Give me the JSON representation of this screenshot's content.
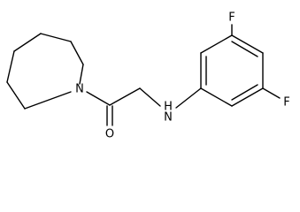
{
  "molecule": {
    "atoms": {
      "n_ring": "N",
      "o_carbonyl": "O",
      "nh_amine": "H",
      "nh_amine_n": "N",
      "f_top": "F",
      "f_right": "F"
    }
  }
}
